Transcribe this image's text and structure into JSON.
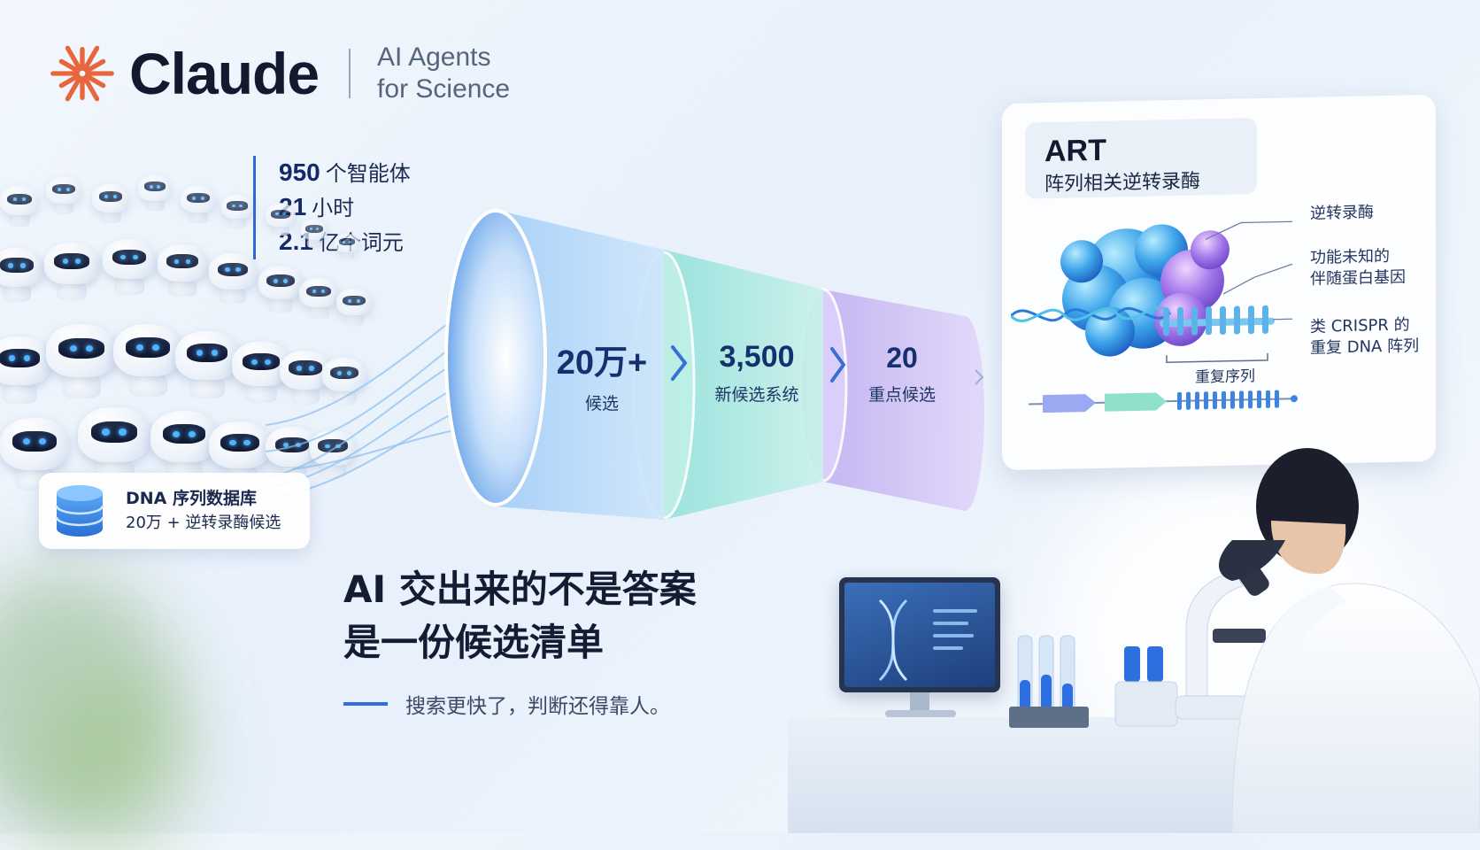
{
  "brand": {
    "name": "Claude",
    "subtitle_line1": "AI Agents",
    "subtitle_line2": "for Science",
    "accent_color": "#e8663d"
  },
  "stats": [
    {
      "value": "950",
      "unit": "个智能体"
    },
    {
      "value": "21",
      "unit": "小时"
    },
    {
      "value": "2.1",
      "unit": "亿个词元"
    }
  ],
  "database_card": {
    "icon": "database-icon",
    "title": "DNA 序列数据库",
    "subtitle": "20万 + 逆转录酶候选"
  },
  "funnel": {
    "stages": [
      {
        "value": "20万+",
        "caption": "候选",
        "color": "#8ec2f5"
      },
      {
        "value": "3,500",
        "caption": "新候选系统",
        "color": "#8ee3da"
      },
      {
        "value": "20",
        "caption": "重点候选",
        "color": "#c8b4f2"
      }
    ],
    "arrow_icon": "chevron-right-icon"
  },
  "art_card": {
    "title": "ART",
    "subtitle": "阵列相关逆转录酶",
    "labels": {
      "reverse_transcriptase": "逆转录酶",
      "unknown_gene_line1": "功能未知的",
      "unknown_gene_line2": "伴随蛋白基因",
      "crispr_line1": "类 CRISPR 的",
      "crispr_line2": "重复 DNA 阵列",
      "repeat_sequence": "重复序列"
    }
  },
  "headline": {
    "line1": "AI 交出来的不是答案",
    "line2": "是一份候选清单",
    "tagline": "搜索更快了，判断还得靠人。"
  }
}
